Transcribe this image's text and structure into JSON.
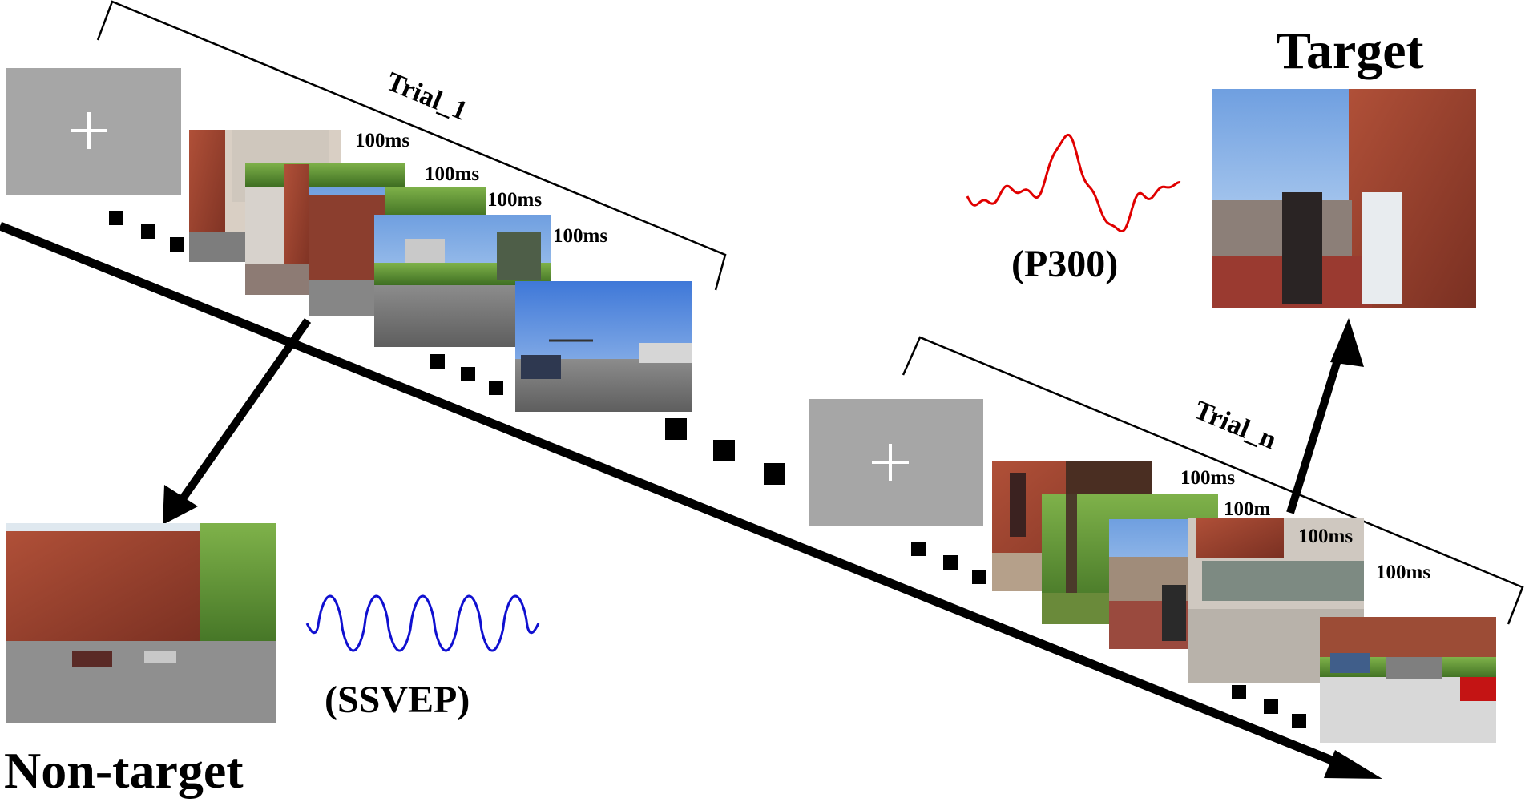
{
  "trial_1": {
    "label": "Trial_1",
    "durations": [
      "100ms",
      "100ms",
      "100ms",
      "100ms"
    ]
  },
  "trial_n": {
    "label": "Trial_n",
    "durations": [
      "100ms",
      "100m",
      "100ms",
      "100ms"
    ]
  },
  "target": {
    "title": "Target",
    "signal_label": "(P300)",
    "signal_color": "#e00000"
  },
  "non_target": {
    "title": "Non-target",
    "signal_label": "(SSVEP)",
    "signal_color": "#1010d0"
  },
  "colors": {
    "fixation_gray": "#a6a6a6",
    "fixation_cross": "#ffffff",
    "arrow": "#000000"
  },
  "icons": {
    "fixation": "fixation-cross-icon",
    "ellipsis": "ellipsis-dots-icon"
  }
}
